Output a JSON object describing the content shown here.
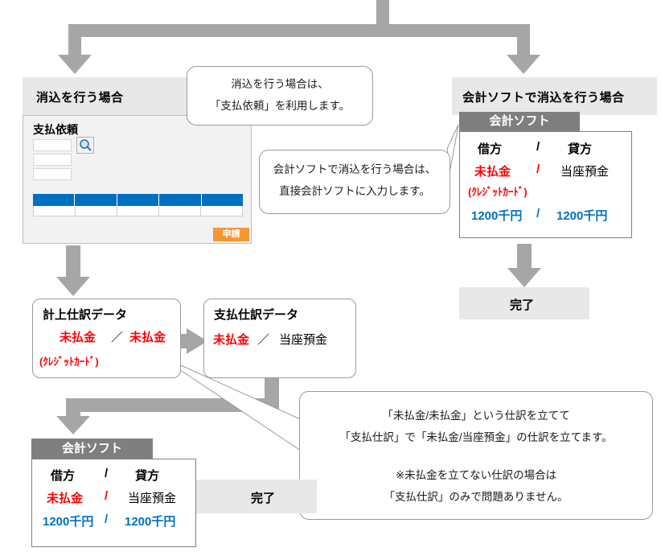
{
  "diagram": {
    "title_hidden": "",
    "colors": {
      "arrow_gray": "#a6a6a6",
      "band_gray": "#e8e8e8",
      "header_dark_gray": "#7f7f7f",
      "table_blue": "#0070c0",
      "button_orange": "#f79633",
      "debit_red": "#ff0000",
      "amount_blue": "#0070c0"
    }
  },
  "branch_left": {
    "section_label": "消込を行う場合",
    "form": {
      "title": "支払依頼",
      "search_icon": "magnifier-icon",
      "input_values": [
        "",
        "",
        ""
      ],
      "table_header_cells": [
        "",
        "",
        "",
        "",
        ""
      ],
      "table_body_cells": [
        "",
        "",
        "",
        "",
        ""
      ],
      "submit_label": "申請"
    }
  },
  "branch_right": {
    "section_label": "会計ソフトで消込を行う場合",
    "accounting_box": {
      "header": "会計ソフト",
      "col_debit": "借方",
      "separator": "/",
      "col_credit": "貸方",
      "row_debit_account": "未払金",
      "row_credit_account": "当座預金",
      "note_account": "(ｸﾚｼﾞｯﾄｶｰﾄﾞ)",
      "amount_debit": "1200千円",
      "amount_credit": "1200千円"
    },
    "done_label": "完了"
  },
  "callouts": {
    "left": {
      "line1": "消込を行う場合は、",
      "line2": "「支払依頼」を利用します。"
    },
    "middle": {
      "line1": "会計ソフトで消込を行う場合は、",
      "line2": "直接会計ソフトに入力します。"
    },
    "bottom": {
      "line1": "「未払金/未払金」という仕訳を立てて",
      "line2": "「支払仕訳」で「未払金/当座預金」の仕訳を立てます。",
      "line3": "",
      "line4": "※未払金を立てない仕訳の場合は",
      "line5": "「支払仕訳」のみで問題ありません。"
    }
  },
  "journal_boxes": {
    "accrual": {
      "title": "計上仕訳データ",
      "debit": "未払金",
      "separator": "／",
      "credit": "未払金",
      "note": "(ｸﾚｼﾞｯﾄｶｰﾄﾞ)"
    },
    "payment": {
      "title": "支払仕訳データ",
      "debit": "未払金",
      "separator": "／",
      "credit": "当座預金"
    }
  },
  "bottom_accounting": {
    "header": "会計ソフト",
    "col_debit": "借方",
    "separator": "/",
    "col_credit": "貸方",
    "row_debit_account": "未払金",
    "row_credit_account": "当座預金",
    "amount_debit": "1200千円",
    "amount_credit": "1200千円",
    "done_label": "完了"
  }
}
